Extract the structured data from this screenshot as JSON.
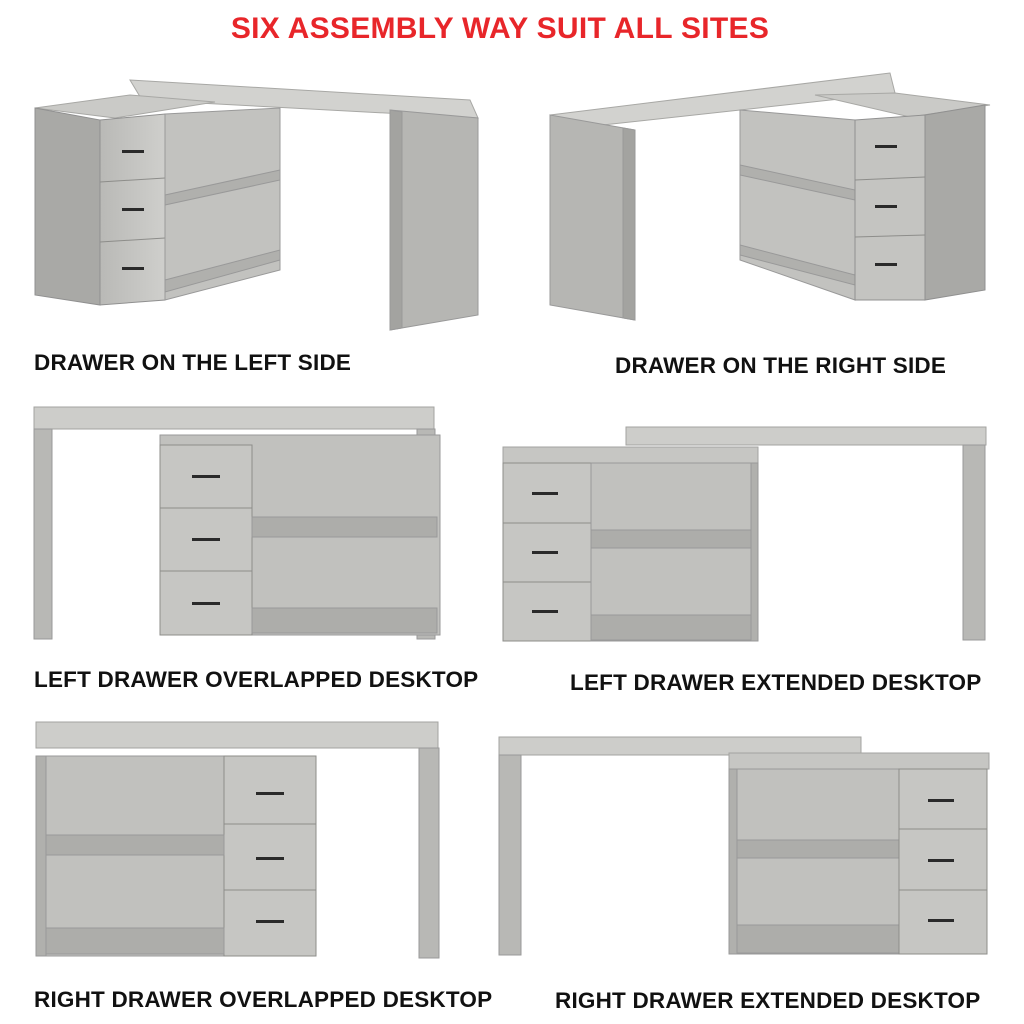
{
  "title": "SIX ASSEMBLY WAY SUIT ALL SITES",
  "colors": {
    "title": "#e8262a",
    "caption": "#111111",
    "wood_light": "#c9c9c7",
    "wood_mid": "#b5b5b2",
    "wood_dark": "#9d9d9a",
    "handle": "#2a2a2a"
  },
  "panels": [
    {
      "caption": "DRAWER ON THE LEFT SIDE",
      "drawer_side": "left",
      "view": "angled"
    },
    {
      "caption": "DRAWER ON THE RIGHT SIDE",
      "drawer_side": "right",
      "view": "angled"
    },
    {
      "caption": "LEFT DRAWER OVERLAPPED DESKTOP",
      "drawer_side": "left",
      "view": "front-overlapped"
    },
    {
      "caption": "LEFT DRAWER EXTENDED DESKTOP",
      "drawer_side": "left",
      "view": "front-extended"
    },
    {
      "caption": "RIGHT DRAWER OVERLAPPED DESKTOP",
      "drawer_side": "right",
      "view": "front-overlapped"
    },
    {
      "caption": "RIGHT DRAWER EXTENDED DESKTOP",
      "drawer_side": "right",
      "view": "front-extended"
    }
  ]
}
